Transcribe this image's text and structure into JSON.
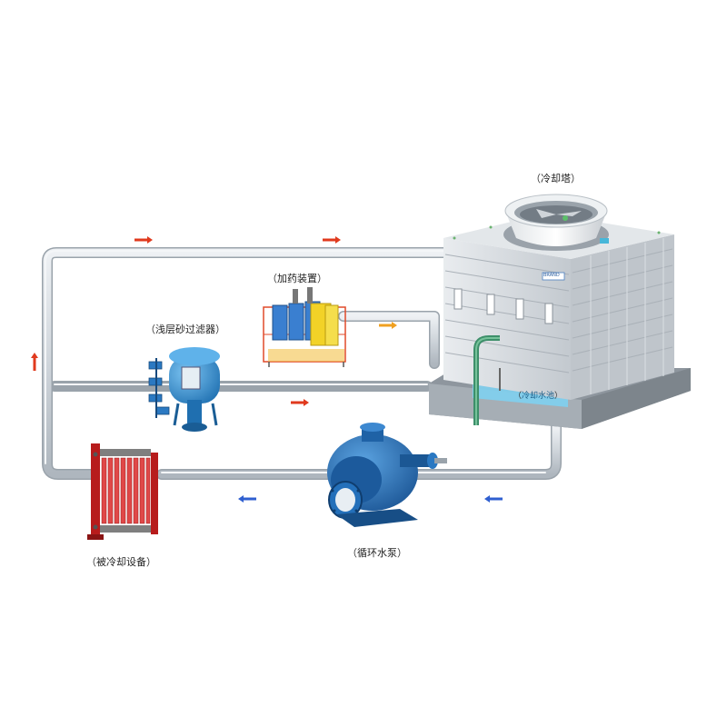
{
  "labels": {
    "cooling_tower": "冷却塔",
    "dosing_device": "加药装置",
    "sand_filter": "浅层砂过滤器",
    "cooled_equipment": "被冷却设备",
    "circulating_pump": "循环水泵",
    "basin": "冷却水池",
    "tower_badge": "BRAND"
  },
  "open_paren": "（",
  "close_paren": "）",
  "colors": {
    "pipe": "#d8dde2",
    "pipe_edge": "#9aa3ab",
    "flow_hot": "#e03a1e",
    "flow_cold": "#2f5fd0",
    "flow_dosing": "#f0a020",
    "pump_blue": "#1f6fb8",
    "filter_blue": "#2a8fd6",
    "exchanger_red": "#c62828",
    "dosing_yellow": "#f2d227",
    "tower_gray": "#c9ced3"
  },
  "flow_arrows": [
    {
      "name": "top-pipe-arrow-1",
      "dir": "right",
      "color": "hot"
    },
    {
      "name": "top-pipe-arrow-2",
      "dir": "right",
      "color": "hot"
    },
    {
      "name": "left-pipe-arrow",
      "dir": "up",
      "color": "hot"
    },
    {
      "name": "middle-pipe-arrow",
      "dir": "right",
      "color": "hot"
    },
    {
      "name": "dosing-arrow",
      "dir": "right",
      "color": "dosing"
    },
    {
      "name": "bottom-pipe-arrow-1",
      "dir": "left",
      "color": "cold"
    },
    {
      "name": "bottom-pipe-arrow-2",
      "dir": "left",
      "color": "cold"
    }
  ]
}
